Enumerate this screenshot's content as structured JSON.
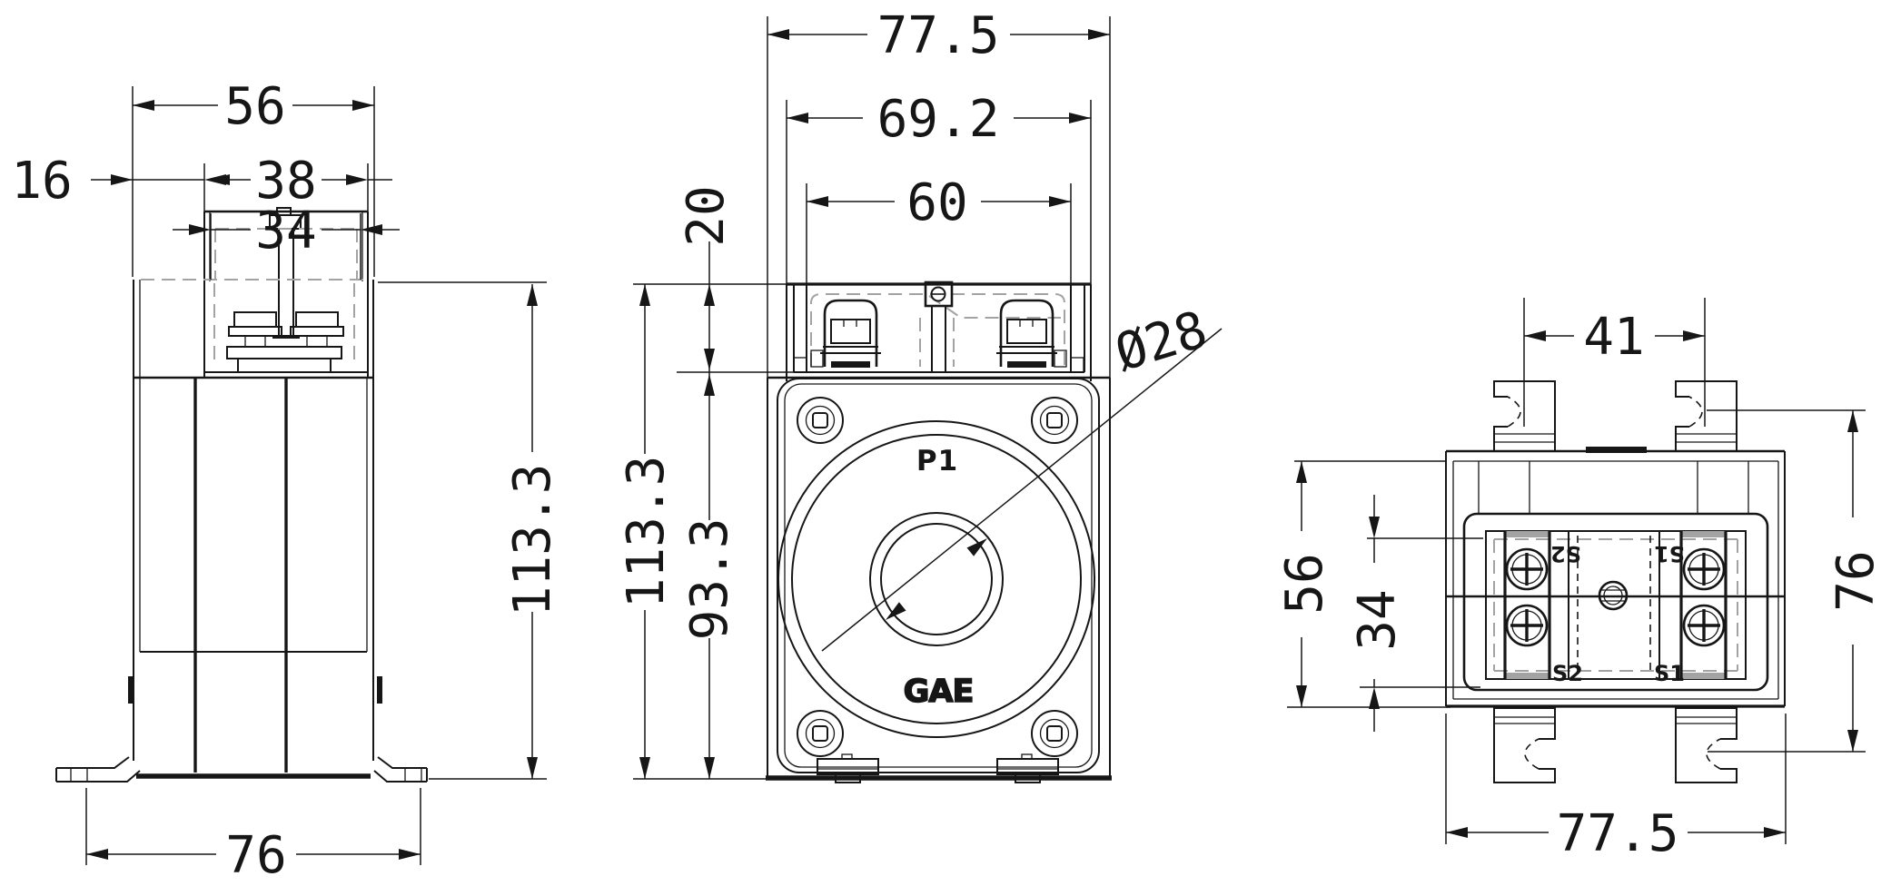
{
  "drawing": {
    "type": "engineering dimension drawing",
    "subject": "current transformer, three orthographic views"
  },
  "views": {
    "side": {
      "name": "side-view",
      "dims": {
        "offset16": "16",
        "depth56": "56",
        "upper38": "38",
        "cover34": "34",
        "height113": "113.3",
        "foot76": "76"
      }
    },
    "front": {
      "name": "front-view",
      "dims": {
        "width775": "77.5",
        "housing692": "69.2",
        "cover60": "60",
        "terminal20": "20",
        "height113": "113.3",
        "body933": "93.3",
        "hole28": "Ø28"
      },
      "labels": {
        "p1": "P1",
        "logo": "GAE"
      }
    },
    "top": {
      "name": "top-view",
      "dims": {
        "hookspan41": "41",
        "depth56": "56",
        "block34": "34",
        "height76": "76",
        "width775": "77.5"
      },
      "labels": {
        "s1": "S1",
        "s2": "S2"
      }
    }
  }
}
